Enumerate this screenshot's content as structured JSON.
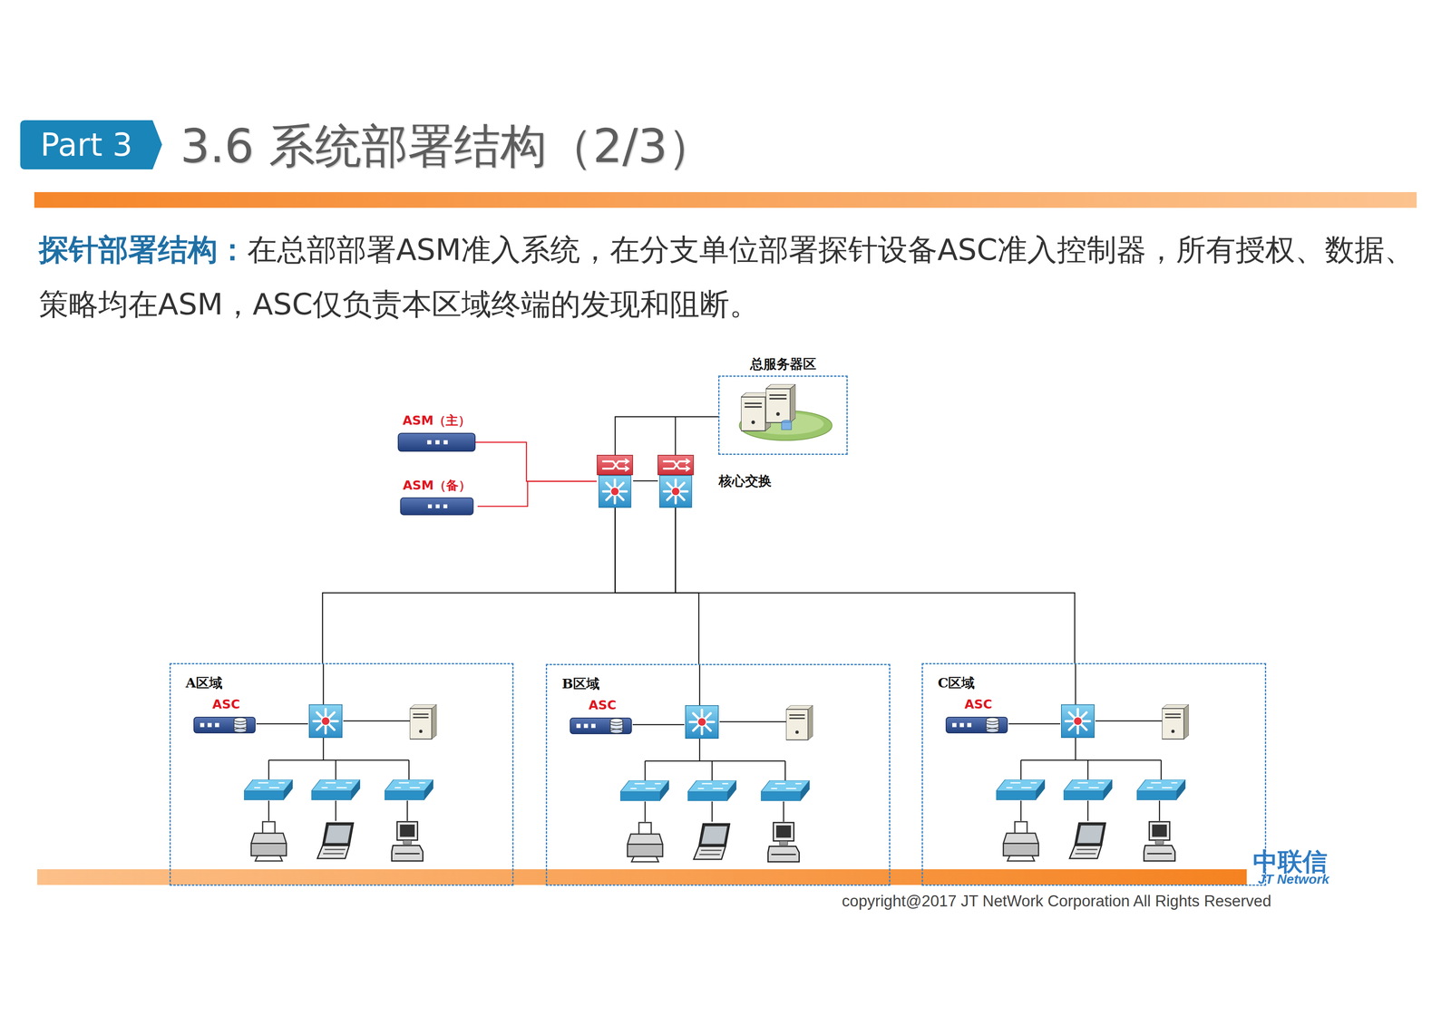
{
  "diagram": {
    "title": "3.6 系统部署结构（2/3）",
    "nodes": [
      {
        "text": [
          "ASM（主）"
        ]
      },
      {
        "text": [
          "ASM（备）"
        ]
      },
      {
        "text": [
          "总服务器区"
        ]
      },
      {
        "text": [
          "核心交换"
        ]
      },
      {
        "text": [
          "A区域"
        ]
      },
      {
        "text": [
          "ASC"
        ],
        "in": 4
      },
      {
        "text": [
          "B区域"
        ]
      },
      {
        "text": [
          "ASC"
        ],
        "in": 6
      },
      {
        "text": [
          "C区域"
        ]
      },
      {
        "text": [
          "ASC"
        ],
        "in": 8
      }
    ],
    "edges": [
      {
        "from": 0,
        "to": 3,
        "arrow": "none"
      },
      {
        "from": 1,
        "to": 3,
        "arrow": "none"
      },
      {
        "from": 3,
        "to": 2,
        "arrow": "none"
      },
      {
        "from": 3,
        "to": 4,
        "arrow": "none"
      },
      {
        "from": 3,
        "to": 6,
        "arrow": "none"
      },
      {
        "from": 3,
        "to": 8,
        "arrow": "none"
      }
    ],
    "labels": [
      "Part 3",
      "探针部署结构：",
      "在总部部署ASM准入系统，在分支单位部署探针设备ASC准入控制器，所有授权、数据、策略均在ASM，ASC仅负责本区域终端的发现和阻断。",
      "中联信",
      "JT Network",
      "copyright@2017 JT NetWork Corporation All Rights Reserved"
    ]
  }
}
